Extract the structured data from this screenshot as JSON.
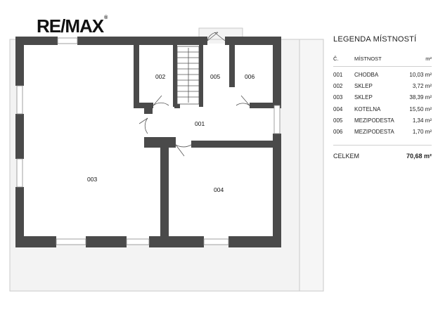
{
  "brand": {
    "logo": "RE/MAX",
    "logo_mark": "®"
  },
  "rooms": [
    {
      "id": "001"
    },
    {
      "id": "002"
    },
    {
      "id": "003"
    },
    {
      "id": "004"
    },
    {
      "id": "005"
    },
    {
      "id": "006"
    }
  ],
  "legend": {
    "title": "LEGENDA MÍSTNOSTÍ",
    "headers": {
      "num": "Č.",
      "name": "MÍSTNOST",
      "area": "m²"
    },
    "rows": [
      {
        "num": "001",
        "name": "CHODBA",
        "area": "10,03 m²"
      },
      {
        "num": "002",
        "name": "SKLEP",
        "area": "3,72 m²"
      },
      {
        "num": "003",
        "name": "SKLEP",
        "area": "38,39 m²"
      },
      {
        "num": "004",
        "name": "KOTELNA",
        "area": "15,50 m²"
      },
      {
        "num": "005",
        "name": "MEZIPODESTA",
        "area": "1,34 m²"
      },
      {
        "num": "006",
        "name": "MEZIPODESTA",
        "area": "1,70 m²"
      }
    ],
    "total": {
      "label": "CELKEM",
      "value": "70,68 m²"
    }
  }
}
